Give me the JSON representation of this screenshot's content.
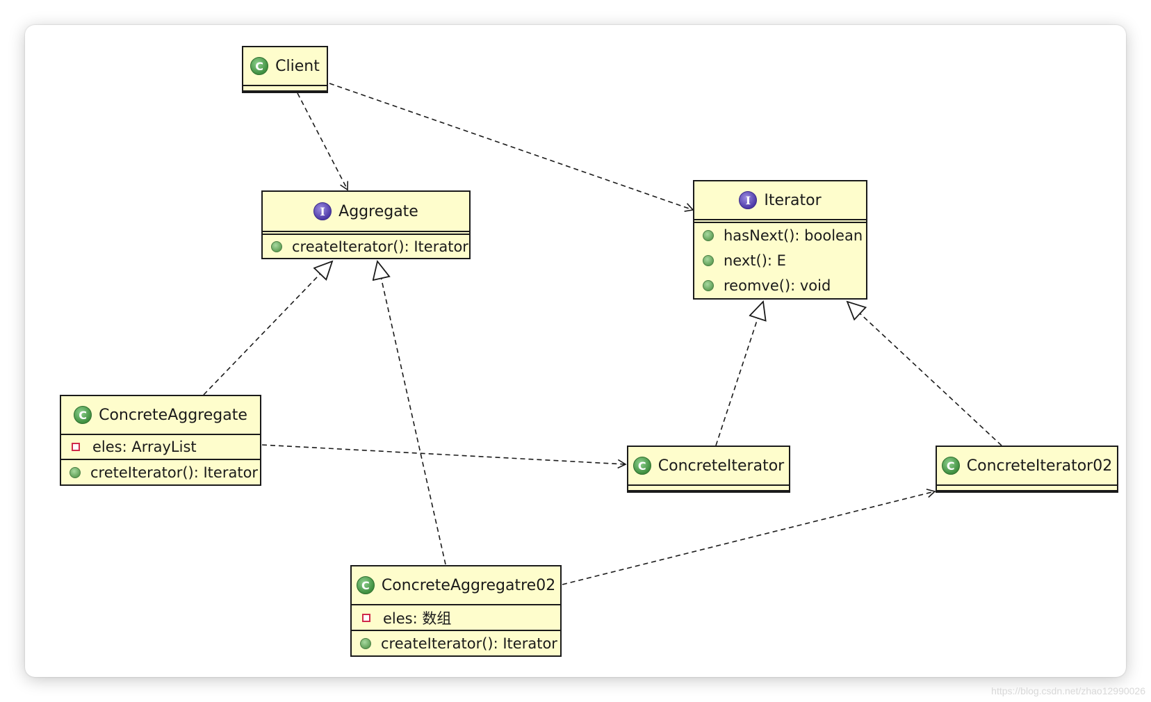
{
  "classes": {
    "client": {
      "name": "Client",
      "kind": "class",
      "attributes": [],
      "methods": []
    },
    "aggregate": {
      "name": "Aggregate",
      "kind": "interface",
      "attributes": [],
      "methods": [
        "createIterator(): Iterator"
      ]
    },
    "iterator": {
      "name": "Iterator",
      "kind": "interface",
      "attributes": [],
      "methods": [
        "hasNext(): boolean",
        "next(): E",
        "reomve(): void"
      ]
    },
    "concrete_aggregate": {
      "name": "ConcreteAggregate",
      "kind": "class",
      "attributes": [
        "eles: ArrayList"
      ],
      "methods": [
        "creteIterator(): Iterator"
      ]
    },
    "concrete_iterator": {
      "name": "ConcreteIterator",
      "kind": "class",
      "attributes": [],
      "methods": []
    },
    "concrete_iterator02": {
      "name": "ConcreteIterator02",
      "kind": "class",
      "attributes": [],
      "methods": []
    },
    "concrete_aggregate02": {
      "name": "ConcreteAggregatre02",
      "kind": "class",
      "attributes": [
        "eles: 数组"
      ],
      "methods": [
        "createIterator(): Iterator"
      ]
    }
  },
  "badges": {
    "class": "C",
    "interface": "I"
  },
  "relations": [
    {
      "from": "Client",
      "to": "Aggregate",
      "type": "dependency"
    },
    {
      "from": "Client",
      "to": "Iterator",
      "type": "dependency"
    },
    {
      "from": "ConcreteAggregate",
      "to": "Aggregate",
      "type": "realization"
    },
    {
      "from": "ConcreteAggregatre02",
      "to": "Aggregate",
      "type": "realization"
    },
    {
      "from": "ConcreteIterator",
      "to": "Iterator",
      "type": "realization"
    },
    {
      "from": "ConcreteIterator02",
      "to": "Iterator",
      "type": "realization"
    },
    {
      "from": "ConcreteAggregate",
      "to": "ConcreteIterator",
      "type": "dependency"
    },
    {
      "from": "ConcreteAggregatre02",
      "to": "ConcreteIterator02",
      "type": "dependency"
    }
  ],
  "colors": {
    "box_fill": "#fefdcc",
    "box_border": "#1a1a1a",
    "class_badge": "#3f8f3f",
    "interface_badge": "#4d3aa8",
    "public_dot": "#5e9e55",
    "private_marker": "#d02a4a"
  },
  "watermark": "https://blog.csdn.net/zhao12990026"
}
